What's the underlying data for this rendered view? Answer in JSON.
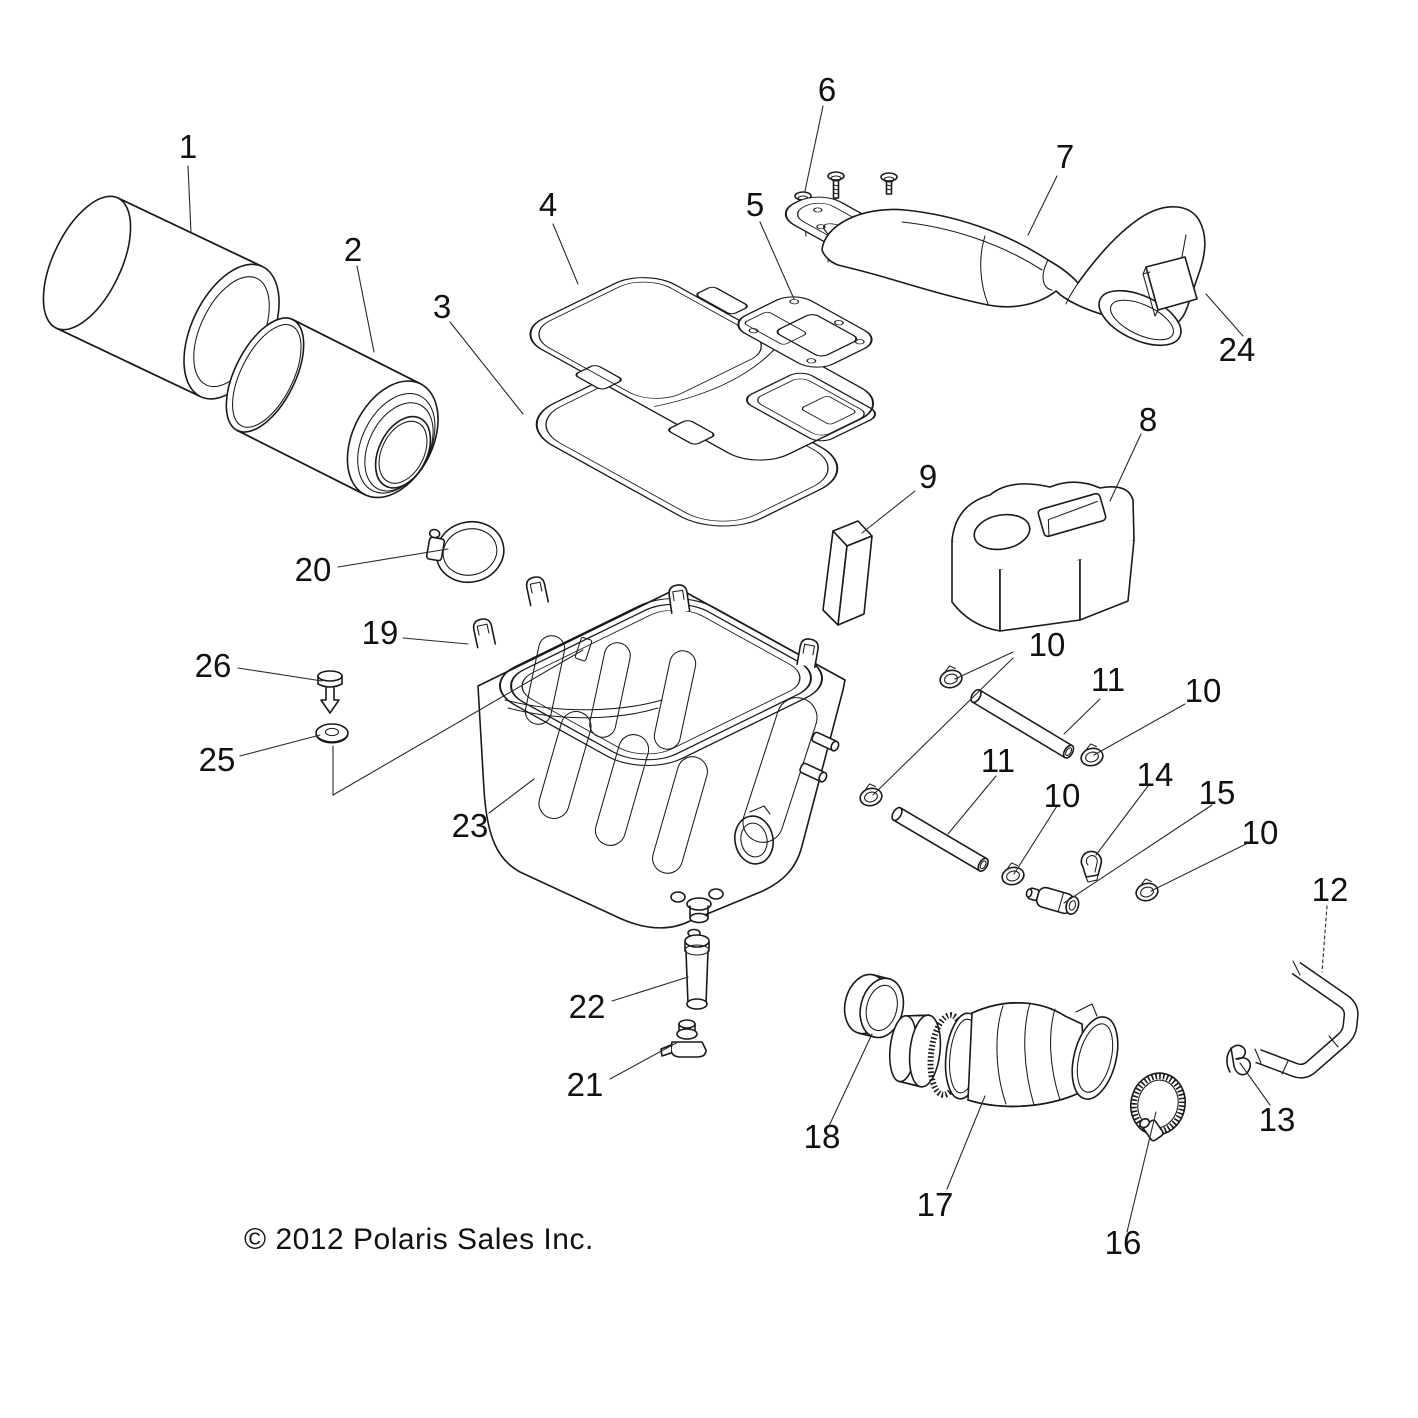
{
  "colors": {
    "background": "#ffffff",
    "line": "#1a1a1a"
  },
  "footer": {
    "copyright": "© 2012 Polaris Sales Inc."
  },
  "callouts": [
    {
      "label": "1"
    },
    {
      "label": "2"
    },
    {
      "label": "3"
    },
    {
      "label": "4"
    },
    {
      "label": "5"
    },
    {
      "label": "6"
    },
    {
      "label": "7"
    },
    {
      "label": "8"
    },
    {
      "label": "9"
    },
    {
      "label": "10"
    },
    {
      "label": "11"
    },
    {
      "label": "10"
    },
    {
      "label": "11"
    },
    {
      "label": "10"
    },
    {
      "label": "14"
    },
    {
      "label": "15"
    },
    {
      "label": "10"
    },
    {
      "label": "12"
    },
    {
      "label": "13"
    },
    {
      "label": "16"
    },
    {
      "label": "17"
    },
    {
      "label": "18"
    },
    {
      "label": "19"
    },
    {
      "label": "20"
    },
    {
      "label": "21"
    },
    {
      "label": "22"
    },
    {
      "label": "23"
    },
    {
      "label": "24"
    },
    {
      "label": "25"
    },
    {
      "label": "26"
    }
  ]
}
